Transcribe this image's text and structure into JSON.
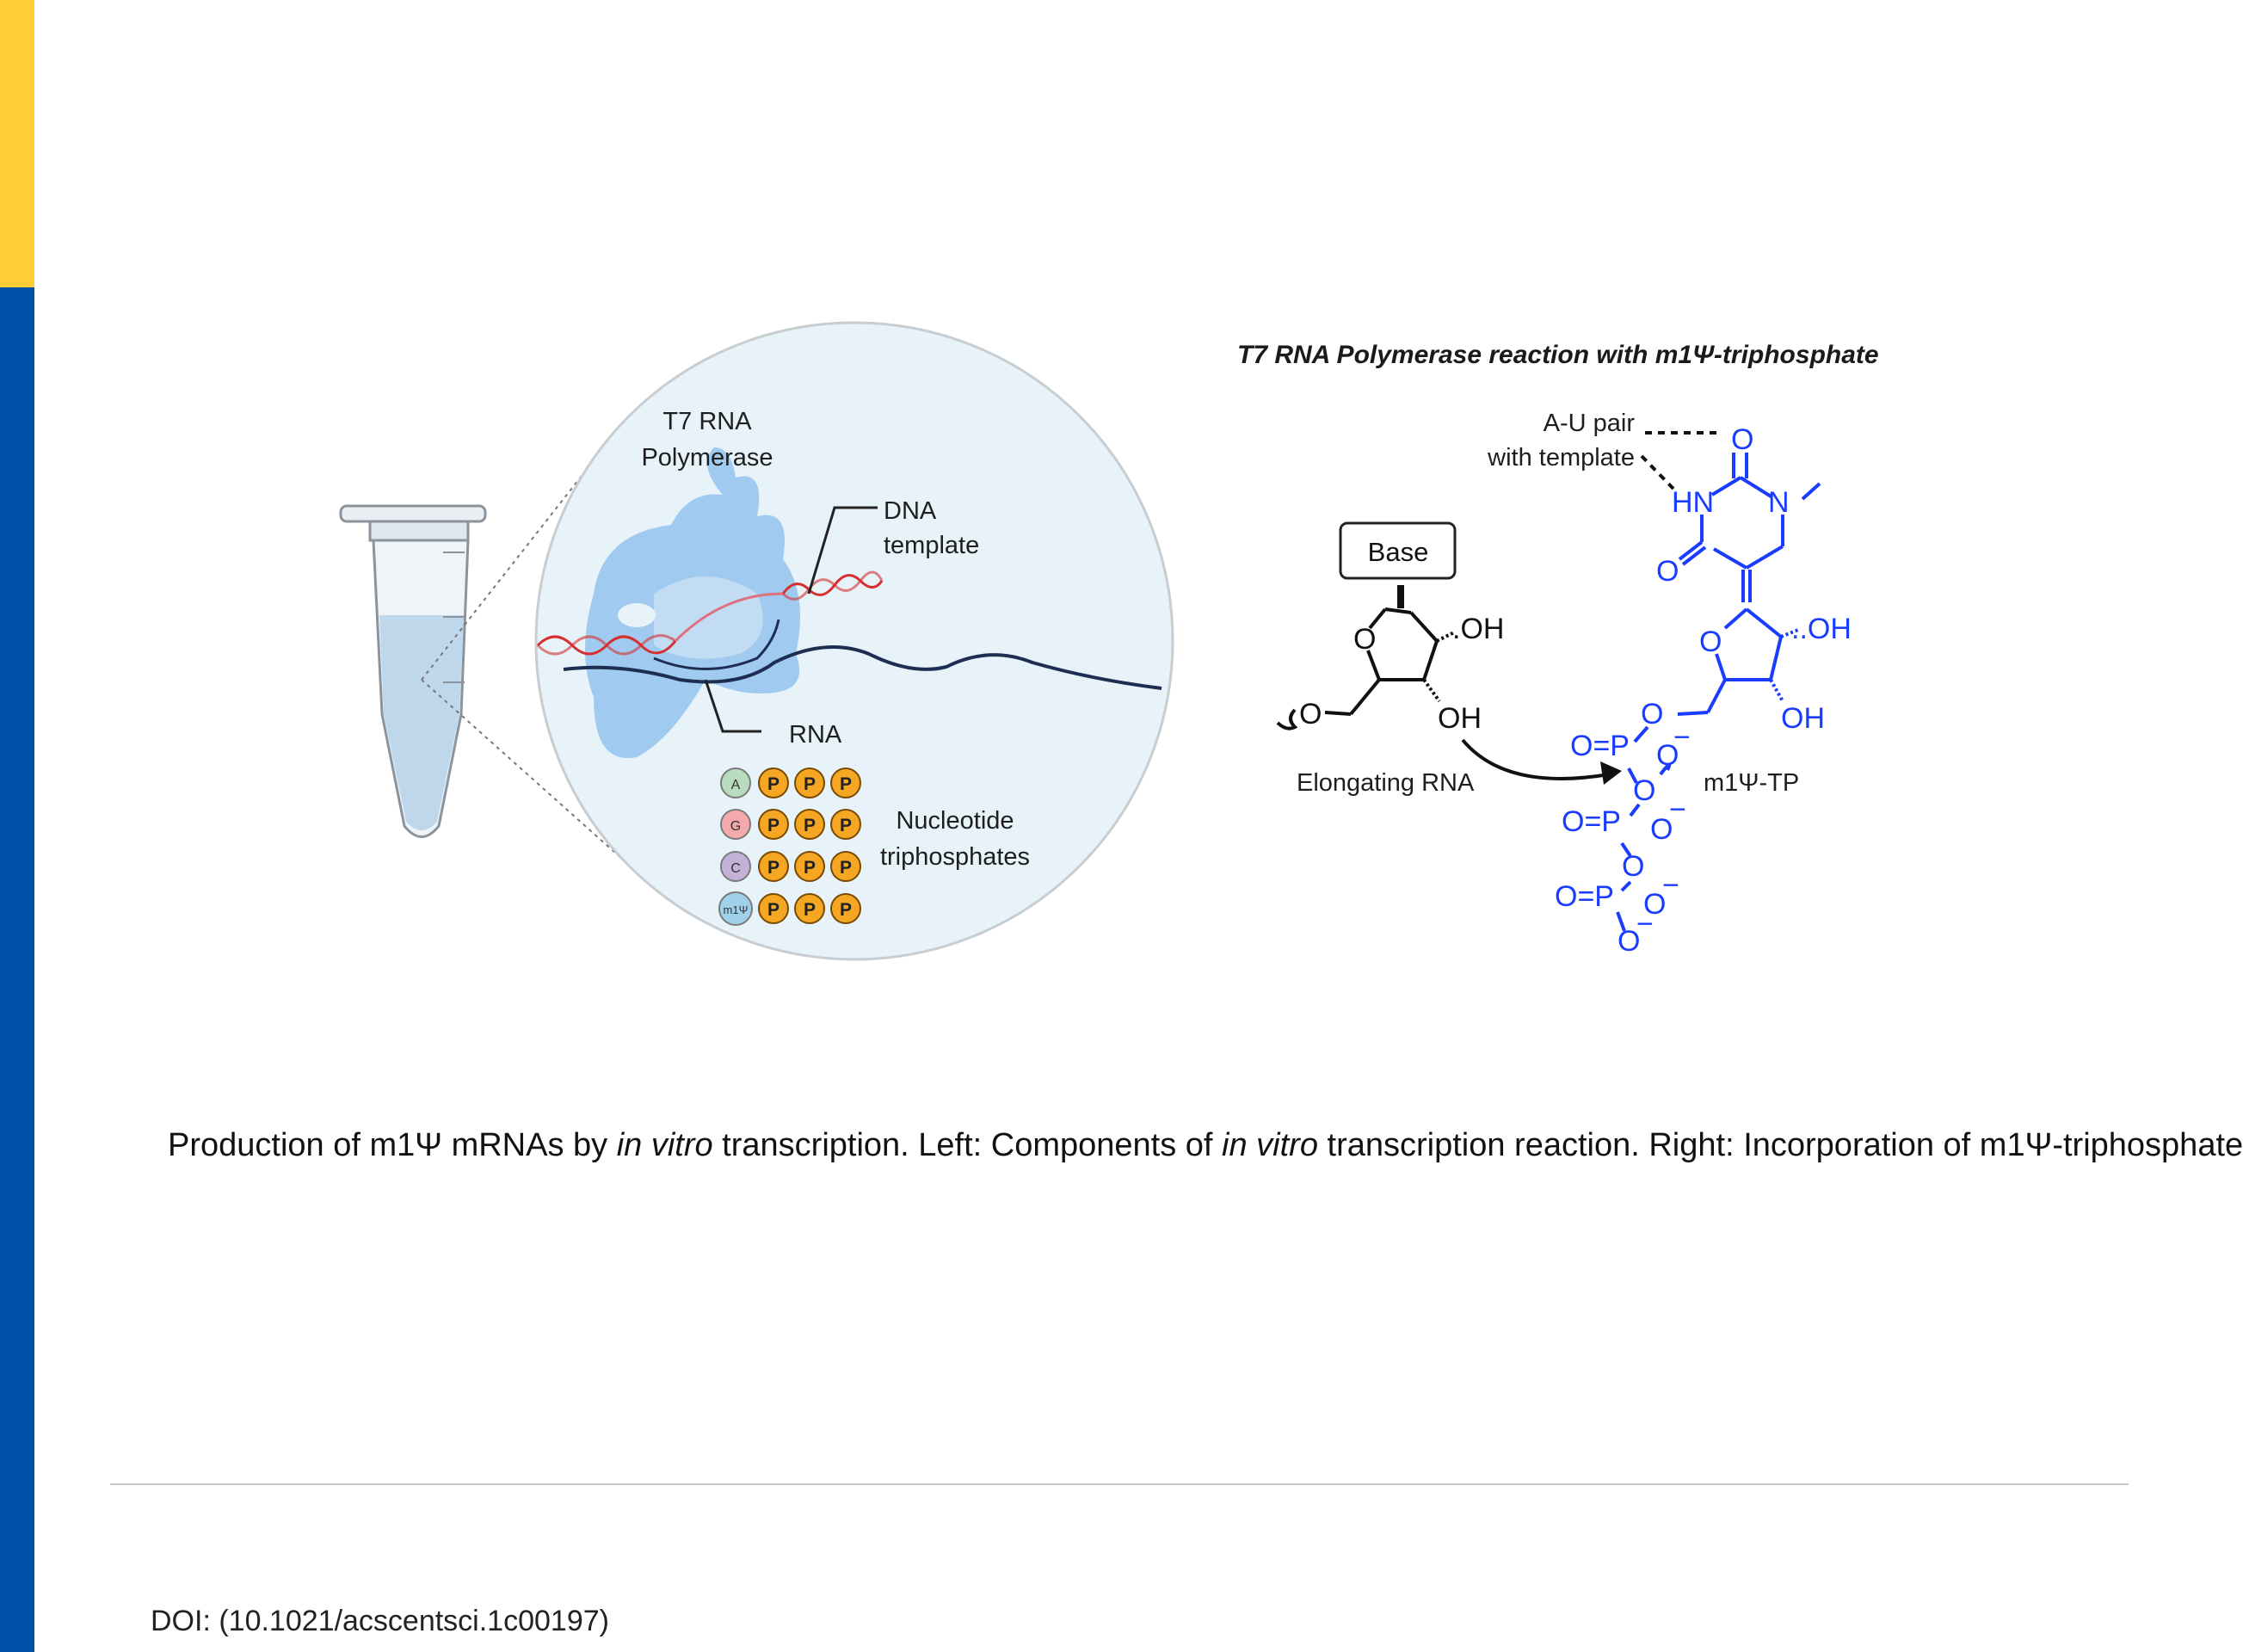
{
  "left_panel": {
    "polymerase_label": [
      "T7 RNA",
      "Polymerase"
    ],
    "dna_label": [
      "DNA",
      "template"
    ],
    "rna_label": "RNA",
    "ntp_label": [
      "Nucleotide",
      "triphosphates"
    ],
    "ntps": [
      {
        "base": "A",
        "phosphates": [
          "P",
          "P",
          "P"
        ],
        "color": "#b9dcbf"
      },
      {
        "base": "G",
        "phosphates": [
          "P",
          "P",
          "P"
        ],
        "color": "#f4a9ad"
      },
      {
        "base": "C",
        "phosphates": [
          "P",
          "P",
          "P"
        ],
        "color": "#c3b1d8"
      },
      {
        "base": "m1Ψ",
        "phosphates": [
          "P",
          "P",
          "P"
        ],
        "color": "#9fd1ea"
      }
    ]
  },
  "right_panel": {
    "title": "T7 RNA Polymerase reaction with m1Ψ-triphosphate",
    "au_pair": [
      "A-U pair",
      "with template"
    ],
    "base_box": "Base",
    "elongating": "Elongating RNA",
    "m1psi_tp": "m1Ψ-TP",
    "atoms": {
      "O": "O",
      "OH": "OH",
      "dotOH": ".OH",
      "dotdotOH": "..OH",
      "HN": "HN",
      "N": "N",
      "OeqP": "O=P",
      "Ominus": "O",
      "minus": "−",
      "P": "P"
    }
  },
  "caption": {
    "seg1": "Production of m1Ψ mRNAs by ",
    "seg2": "in vitro",
    "seg3": " transcription. Left: Components of ",
    "seg4": "in vitro",
    "seg5": " transcription reaction. Right: Incorporation of m1Ψ-triphosphate"
  },
  "doi": "DOI: (10.1021/acscentsci.1c00197)",
  "colors": {
    "accent_yellow": "#FFCD35",
    "accent_blue": "#0050A8",
    "chem_blue": "#1a3cff"
  }
}
